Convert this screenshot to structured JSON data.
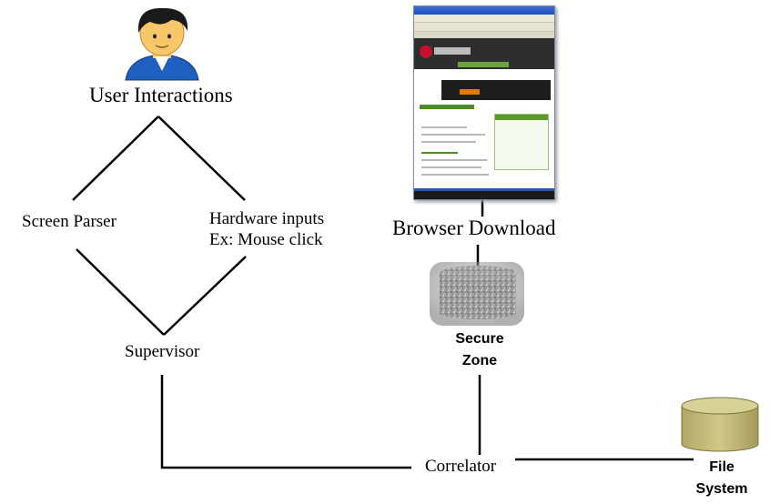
{
  "nodes": {
    "user_interactions": "User Interactions",
    "screen_parser": "Screen Parser",
    "hardware_inputs_line1": "Hardware inputs",
    "hardware_inputs_line2": "Ex: Mouse click",
    "supervisor": "Supervisor",
    "browser_download": "Browser Download",
    "secure_zone_line1": "Secure",
    "secure_zone_line2": "Zone",
    "correlator": "Correlator",
    "file_system_line1": "File",
    "file_system_line2": "System"
  },
  "icons": {
    "user": "user-avatar-icon",
    "browser": "browser-screenshot-icon",
    "secure_zone": "stone-cylinder-icon",
    "file_system": "database-cylinder-icon"
  },
  "colors": {
    "line": "#000000",
    "file_system_fill": "#c8c07e",
    "file_system_stroke": "#7a7440",
    "secure_zone_fill": "#a9a9a9",
    "user_hair": "#1a1a1a",
    "user_shirt": "#1f5fbf",
    "user_skin": "#f7c76a"
  }
}
